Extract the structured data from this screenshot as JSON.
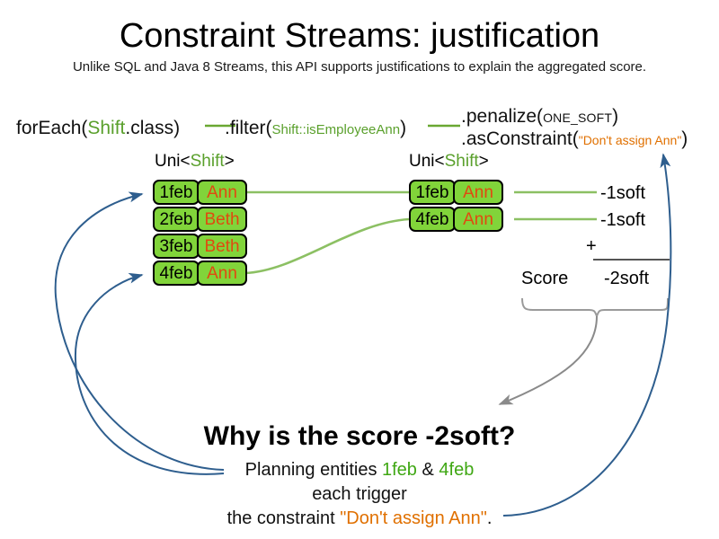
{
  "header": {
    "title": "Constraint Streams: justification",
    "subtitle": "Unlike SQL and Java 8 Streams, this API supports justifications to explain the aggregated score."
  },
  "pipeline": {
    "foreach": {
      "call": "forEach(",
      "type": "Shift",
      "tail": ".class)"
    },
    "filter": {
      "call": ".filter(",
      "ref": "Shift::isEmployeeAnn",
      "tail": ")"
    },
    "penalize": {
      "call": ".penalize(",
      "const": "ONE_SOFT",
      "tail": ")"
    },
    "as_constraint": {
      "call": ".asConstraint(",
      "string": "\"Don't assign Ann\"",
      "tail": ")"
    }
  },
  "streams": {
    "left_label": {
      "prefix": "Uni<",
      "type": "Shift",
      "suffix": ">"
    },
    "right_label": {
      "prefix": "Uni<",
      "type": "Shift",
      "suffix": ">"
    },
    "left_rows": [
      {
        "date": "1feb",
        "employee": "Ann"
      },
      {
        "date": "2feb",
        "employee": "Beth"
      },
      {
        "date": "3feb",
        "employee": "Beth"
      },
      {
        "date": "4feb",
        "employee": "Ann"
      }
    ],
    "right_rows": [
      {
        "date": "1feb",
        "employee": "Ann"
      },
      {
        "date": "4feb",
        "employee": "Ann"
      }
    ]
  },
  "score": {
    "impact_1": "-1soft",
    "impact_2": "-1soft",
    "operator": "+",
    "label": "Score",
    "total": "-2soft"
  },
  "explanation": {
    "question": "Why is the score -2soft?",
    "line1_pre": "Planning entities ",
    "line1_entity_a": "1feb",
    "line1_amp": " & ",
    "line1_entity_b": "4feb",
    "line2": "each trigger",
    "line3_pre": "the constraint ",
    "line3_constraint": "\"Don't assign Ann\"",
    "line3_post": "."
  },
  "colors": {
    "fact_box_fill": "#81d43a",
    "fact_box_border": "#000000",
    "employee_text": "#e04a10",
    "type_green": "#5aa02c",
    "entity_green": "#3fa713",
    "connector_green": "#8cc063",
    "string_orange": "#e07000",
    "arrow_blue": "#2e5e8e",
    "brace_gray": "#808080",
    "rule_gray": "#555555"
  }
}
